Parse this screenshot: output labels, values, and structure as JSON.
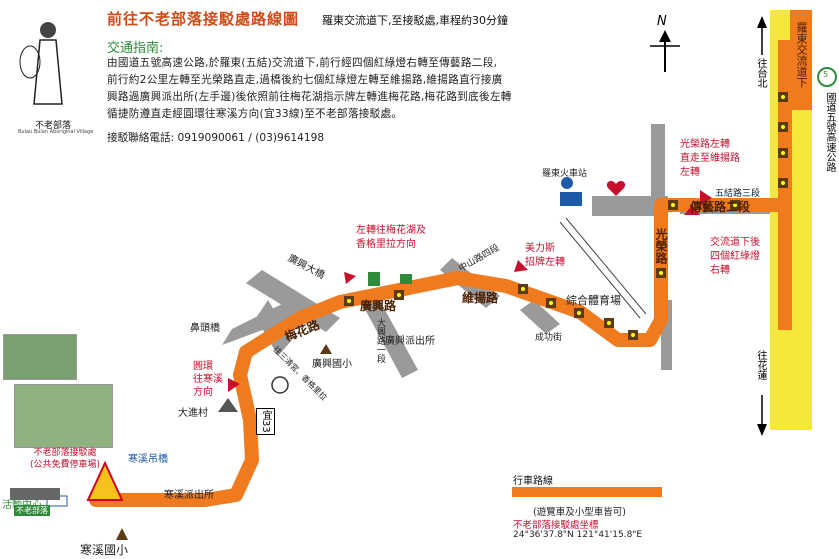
{
  "title": "前往不老部落接駁處路線圖",
  "subtitle": "羅東交流道下,至接駁處,車程約30分鐘",
  "guide_heading": "交通指南:",
  "guide_lines": [
    "由國道五號高速公路,於羅東(五結)交流道下,前行經四個紅綠燈右轉至傳藝路二段,",
    "前行約2公里左轉至光榮路直走,過橋後約七個紅綠燈左轉至維揚路,維揚路直行接廣",
    "興路過廣興派出所(左手邊)後依照前往梅花湖指示牌左轉進梅花路,梅花路到底後左轉",
    "循捷防遵直走經圓環往寒溪方向(宜33線)至不老部落接駁處。"
  ],
  "phone": "接駁聯絡電話: 0919090061 / (03)9614198",
  "village_name": "不老部落",
  "village_name_en": "Bulau Bulan Aboriginal Village",
  "north": "N",
  "highway": {
    "name": "國道五號高速公路",
    "to_taipei": "往台北",
    "to_hualien": "往花蓮",
    "exit": "羅東交流道下",
    "shield": "5",
    "wujie": "五結路三段"
  },
  "roads": {
    "chuanyi": "傳藝路二段",
    "guangrong": "光榮路",
    "weiyang": "維揚路",
    "guangxing": "廣興路",
    "meihua": "梅花路",
    "yi33": "宜33",
    "guangxing_bridge": "廣興大橋",
    "bitou_bridge": "鼻頭橋",
    "zhongshan": "中山路四段",
    "dongxing": "大興路一段",
    "chengong": "成功街",
    "jiesan": "往三清宮、香格里拉"
  },
  "annotations": {
    "guangrong_turn": "光榮路左轉\n直走至維揚路\n左轉",
    "exit_lights": "交流道下後\n四個紅綠燈\n右轉",
    "meihua_sign": "左轉往梅花湖及\n香格里拉方向",
    "meilisi": "美力斯\n招牌左轉",
    "roundabout": "圓環\n往寒溪\n方向",
    "pickup": "不老部落接駁處\n(公共免費停車場)"
  },
  "landmarks": {
    "station": "羅東火車站",
    "stadium": "綜合體育場",
    "police1": "廣興派出所",
    "school1": "廣興國小",
    "datong": "大進村",
    "bridge_hanxi": "寒溪吊橋",
    "police2": "寒溪派出所",
    "school2": "寒溪國小",
    "activity": "活動中心",
    "ahead_sign": "不老部落"
  },
  "legend": {
    "title": "行車路線",
    "allow": "(遊覽車及小型車皆可)",
    "coord_title": "不老部落接駁處坐標",
    "coord": "24°36'37.8\"N 121°41'15.8\"E"
  },
  "colors": {
    "route": "#f07b1f",
    "highway": "#f6e83a",
    "road_gray": "#9a9a9a",
    "red": "#c8102e"
  }
}
